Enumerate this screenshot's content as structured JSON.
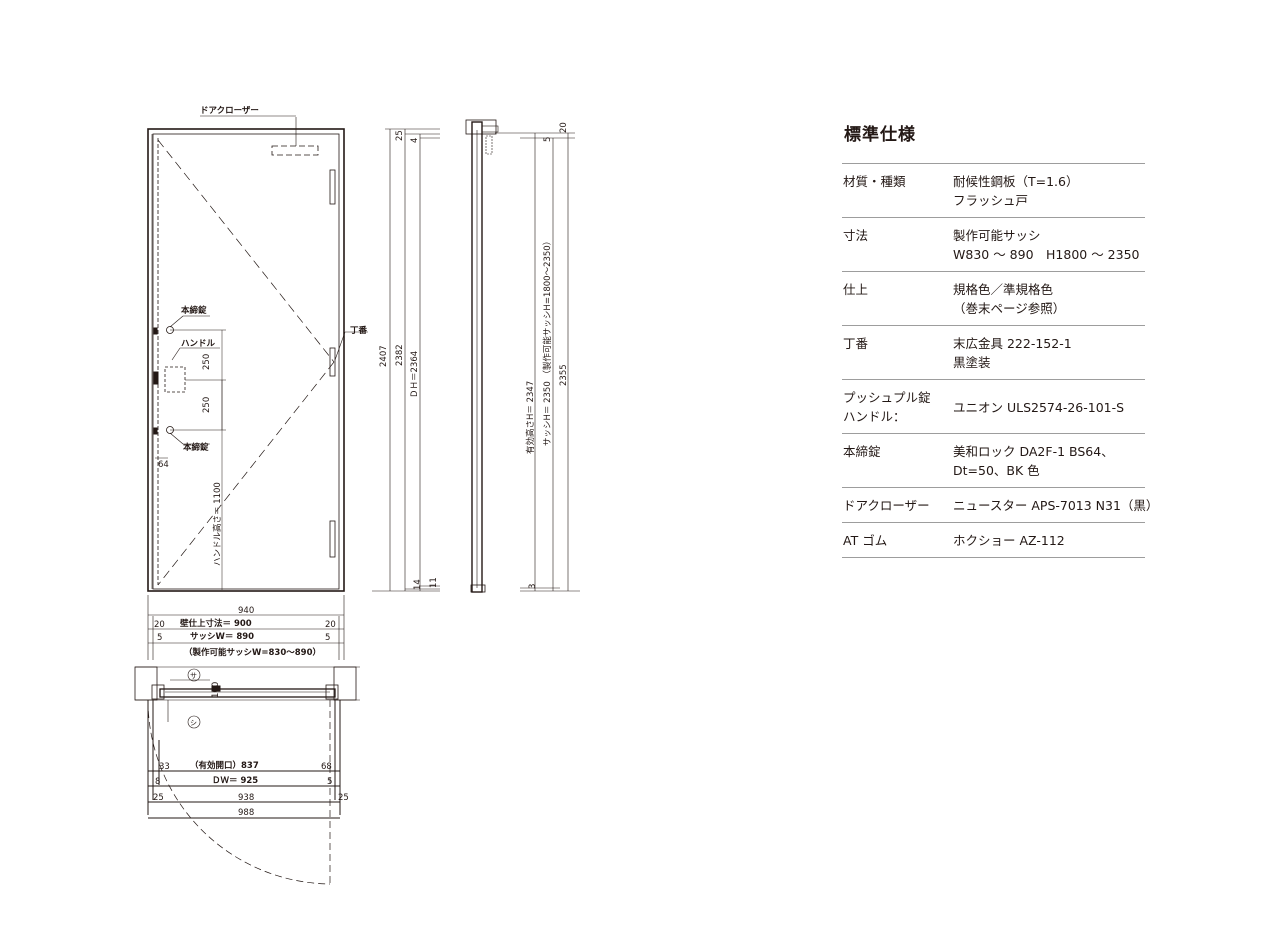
{
  "drawing": {
    "labels": {
      "door_closer": "ドアクローザー",
      "hinge": "丁番",
      "deadbolt_top": "本締錠",
      "deadbolt_bottom": "本締錠",
      "handle": "ハンドル",
      "handle_height": "ハンドル高さ＝ 1100",
      "effective_height": "有効高さH＝ 2347",
      "sash_height": "サッシH＝ 2350 （製作可能サッシH=1800～2350）",
      "dh": "ＤＨ＝2364",
      "mark_sa": "サ",
      "mark_shi": "シ"
    },
    "dims": {
      "d250a": "250",
      "d250b": "250",
      "d64": "64",
      "d2407": "2407",
      "d2382": "2382",
      "d25": "25",
      "d4": "4",
      "d14": "14",
      "d11": "11",
      "d20": "20",
      "d5": "5",
      "d3": "3",
      "d2355": "2355",
      "w940": "940",
      "w20l": "20",
      "w900": "壁仕上寸法＝ 900",
      "w20r": "20",
      "w5l": "5",
      "w890": "サッシW＝ 890",
      "w5r": "5",
      "w890note": "（製作可能サッシW=830～890）",
      "p100": "100",
      "p33": "33",
      "p837": "（有効開口）837",
      "p68": "68",
      "p8": "8",
      "p925": "ＤＷ＝ 925",
      "p5": "5",
      "p25l": "25",
      "p938": "938",
      "p25r": "25",
      "p988": "988"
    }
  },
  "spec": {
    "title": "標準仕様",
    "rows": [
      {
        "key": "材質・種類",
        "lines": [
          "耐候性鋼板（T=1.6）",
          "フラッシュ戸"
        ]
      },
      {
        "key": "寸法",
        "lines": [
          "製作可能サッシ",
          "W830 ～ 890　H1800 ～ 2350"
        ]
      },
      {
        "key": "仕上",
        "lines": [
          "規格色／準規格色",
          "（巻末ページ参照）"
        ]
      },
      {
        "key": "丁番",
        "lines": [
          "末広金具 222-152-1",
          "黒塗装"
        ]
      },
      {
        "key": "プッシュプル錠ハンドル：",
        "key_lines": [
          "プッシュプル錠",
          "ハンドル："
        ],
        "lines": [
          "ユニオン ULS2574-26-101-S"
        ]
      },
      {
        "key": "本締錠",
        "lines": [
          "美和ロック DA2F-1 BS64、",
          "Dt=50、BK 色"
        ]
      },
      {
        "key": "ドアクローザー",
        "lines": [
          "ニュースター APS-7013 N31（黒）"
        ]
      },
      {
        "key": "AT ゴム",
        "lines": [
          "ホクショー AZ-112"
        ]
      }
    ]
  }
}
